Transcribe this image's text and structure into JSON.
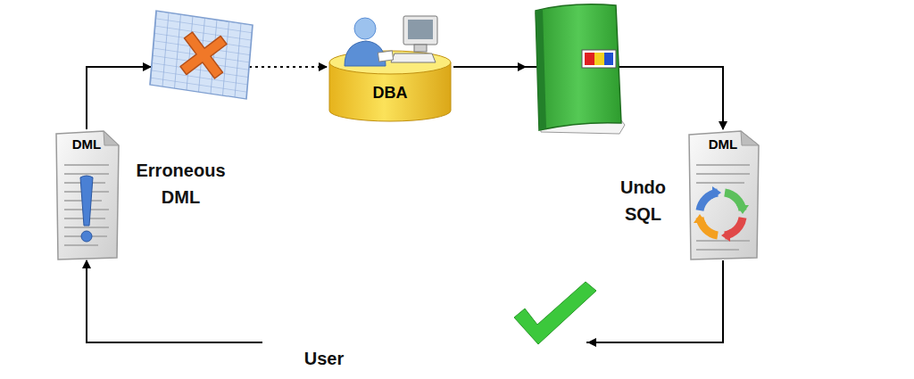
{
  "diagram": {
    "nodes": [
      {
        "text": [
          "DML"
        ]
      },
      {
        "text": [
          "DBA"
        ]
      },
      {
        "text": [
          "DML"
        ]
      }
    ],
    "edges": [
      {
        "from": 0,
        "to": 1,
        "arrow": "to"
      },
      {
        "from": 1,
        "to": 2,
        "arrow": "to"
      },
      {
        "from": 2,
        "to": 0,
        "arrow": "to"
      }
    ],
    "labels": [
      "Erroneous DML",
      "Undo SQL",
      "User"
    ]
  }
}
